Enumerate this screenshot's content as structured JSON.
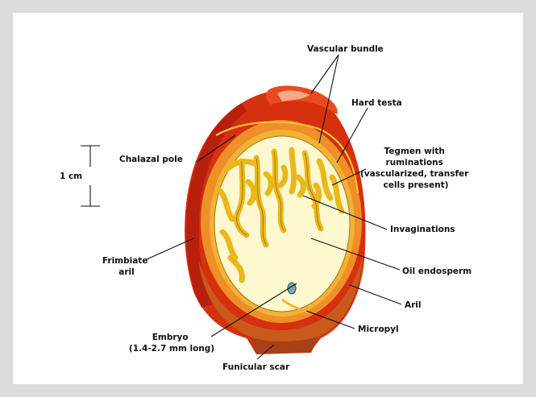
{
  "figure": {
    "colors": {
      "page_bg": "#dcdcdc",
      "panel_bg": "#ffffff",
      "testa_outer": "#e23a14",
      "testa_dark": "#b8200e",
      "aril": "#d9661c",
      "tegmen": "#f29a2e",
      "ruminations": "#f0c020",
      "endosperm": "#fdf8cf",
      "embryo": "#7aa6b6"
    },
    "labels": {
      "vascular_bundle": "Vascular bundle",
      "hard_testa": "Hard testa",
      "tegmen": [
        "Tegmen with",
        "ruminations",
        "(vascularized, transfer",
        "cells present)"
      ],
      "chalazal_pole": "Chalazal pole",
      "scale": "1 cm",
      "invaginations": "Invaginations",
      "fimbriate_aril": [
        "Frimbiate",
        "aril"
      ],
      "oil_endosperm": "Oil endosperm",
      "aril": "Aril",
      "micropyl": "Micropyl",
      "embryo": [
        "Embryo",
        "(1.4-2.7 mm long)"
      ],
      "funicular_scar": "Funicular scar"
    }
  }
}
